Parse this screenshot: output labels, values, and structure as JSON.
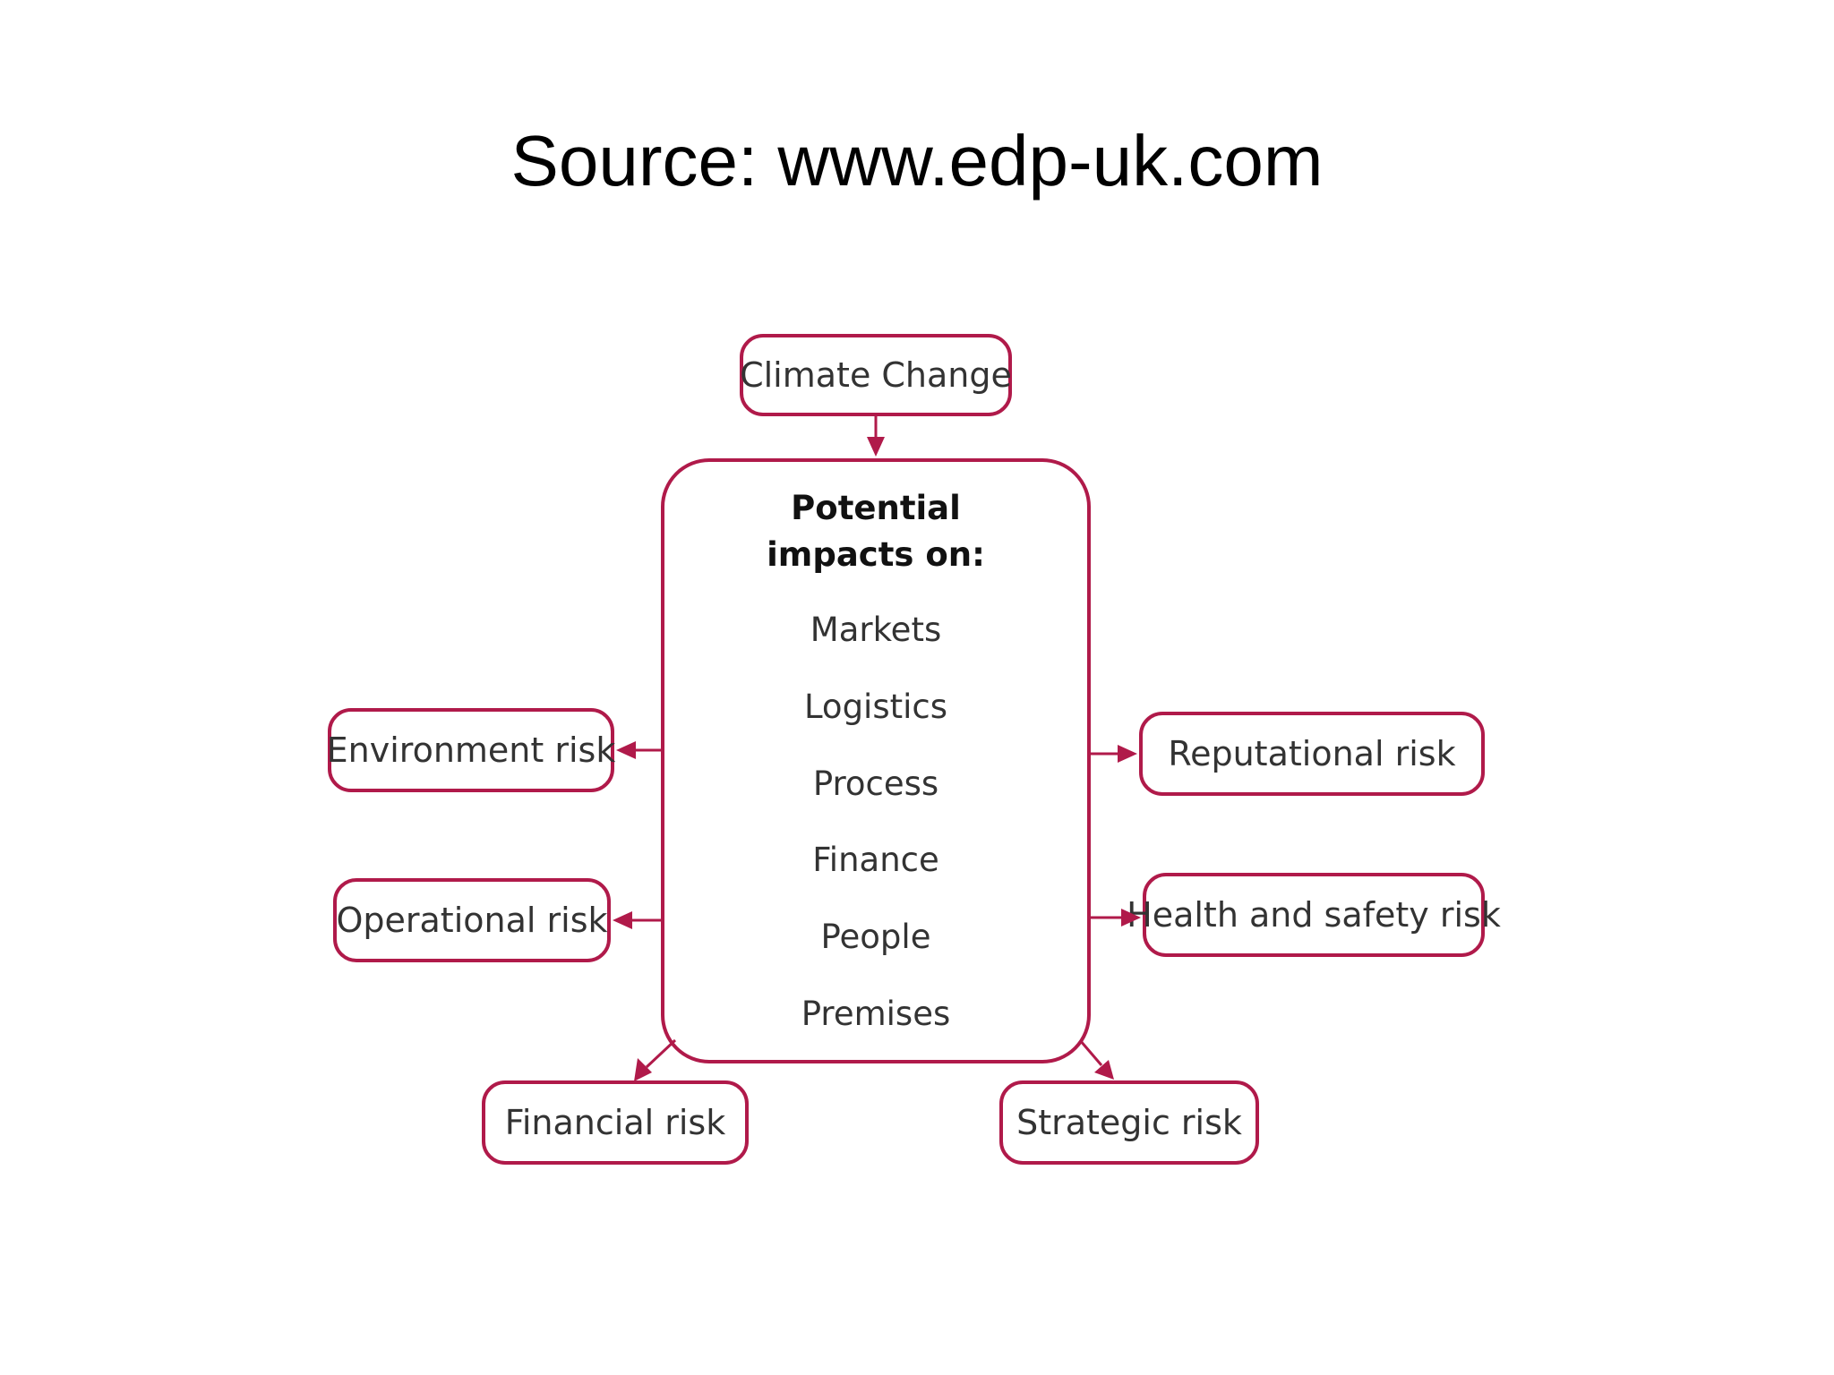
{
  "title": "Source: www.edp-uk.com",
  "colors": {
    "accent": "#b01a4a",
    "text": "#333333",
    "background": "#ffffff"
  },
  "diagram": {
    "source_node": "Climate Change",
    "center": {
      "heading_line1": "Potential",
      "heading_line2": "impacts on:",
      "items": [
        "Markets",
        "Logistics",
        "Process",
        "Finance",
        "People",
        "Premises"
      ]
    },
    "left_risks": [
      "Environment risk",
      "Operational risk"
    ],
    "right_risks": [
      "Reputational risk",
      "Health and safety risk"
    ],
    "bottom_risks": [
      "Financial risk",
      "Strategic risk"
    ]
  }
}
